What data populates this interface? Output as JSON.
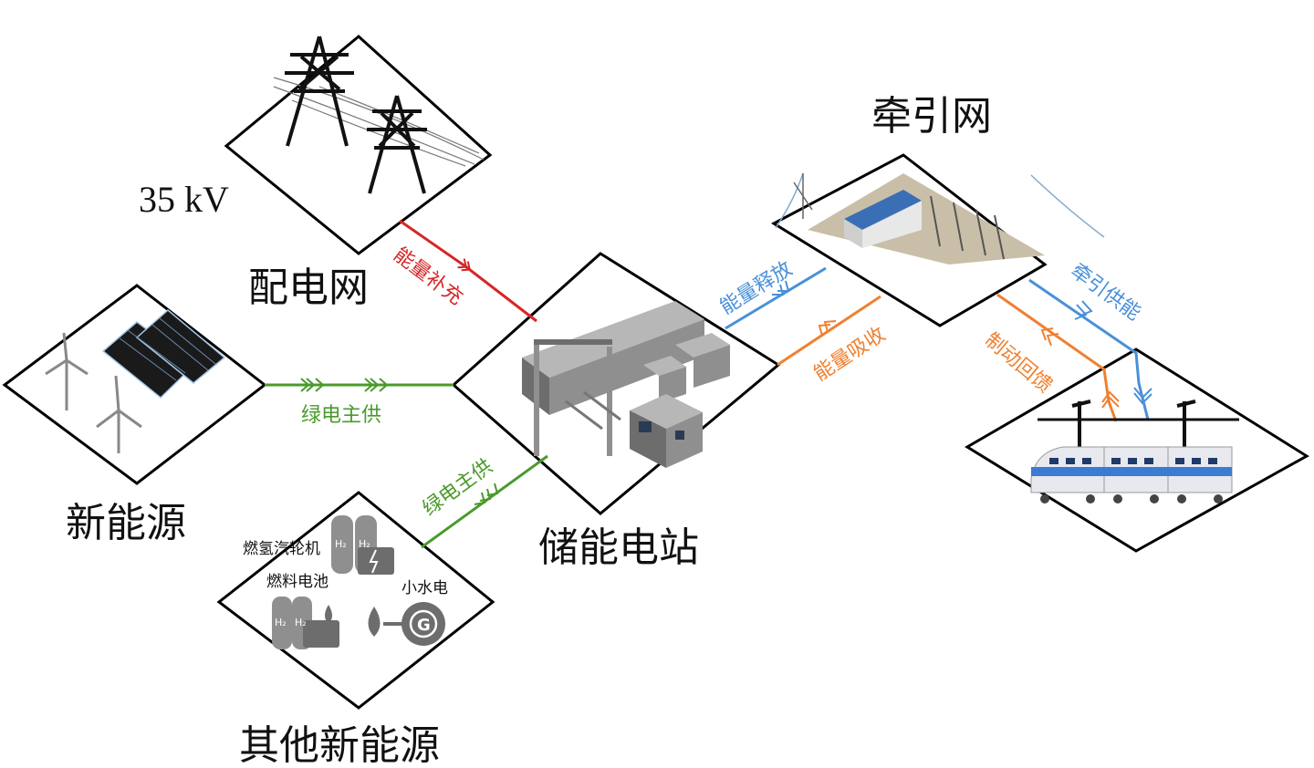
{
  "nodes": {
    "distribution_grid": {
      "title": "配电网",
      "voltage": "35 kV"
    },
    "new_energy": {
      "title": "新能源"
    },
    "other_new_energy": {
      "title": "其他新能源",
      "items": [
        "燃氢汽轮机",
        "燃料电池",
        "小水电"
      ],
      "h2_symbol": "H₂",
      "generator_symbol": "G"
    },
    "storage_station": {
      "title": "储能电站"
    },
    "traction_grid": {
      "title": "牵引网"
    }
  },
  "flows": [
    {
      "id": "energy-supplement",
      "label": "能量补充",
      "color": "#d62728"
    },
    {
      "id": "green-supply-1",
      "label": "绿电主供",
      "color": "#4a9a2c"
    },
    {
      "id": "green-supply-2",
      "label": "绿电主供",
      "color": "#4a9a2c"
    },
    {
      "id": "energy-release",
      "label": "能量释放",
      "color": "#4a90d9"
    },
    {
      "id": "energy-absorb",
      "label": "能量吸收",
      "color": "#f08030"
    },
    {
      "id": "traction-supply",
      "label": "牵引供能",
      "color": "#4a90d9"
    },
    {
      "id": "braking-feedback",
      "label": "制动回馈",
      "color": "#f08030"
    }
  ]
}
